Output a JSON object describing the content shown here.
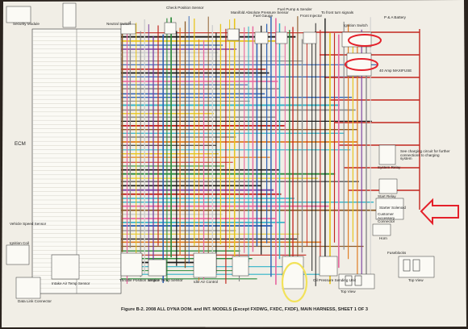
{
  "title": "",
  "caption": "Figure B-2. 2008 ALL DYNA DOM. and INT. MODELS (Except FXDWG, FXDC, FXDF), MAIN HARNESS, SHEET 1 OF 3",
  "labels": {
    "ecm": "ECM",
    "security_module": "Security Module",
    "neutral_switch": "Neutral Switch",
    "ckp_sensor": "Check Position Sensor",
    "manifold_pressure": "Manifold Absolute Pressure Sensor",
    "fuel_gauge": "Fuel Gauge",
    "fuel_pump": "Fuel Pump & Sender",
    "front_injector": "Front Injector",
    "rear_injector": "To front turn signals",
    "ignition_switch": "Ignition Switch",
    "battery": "P & A Battery",
    "amp_maxifuse": "40 Amp MAXIFUSE",
    "charging_note": "See charging circuit for further connections to charging system",
    "system_relay": "System Relay",
    "start_relay": "Start Relay",
    "starter_solenoid": "Starter Solenoid",
    "customer_connector": "Customer Accessory Connector",
    "horn": "Horn",
    "vehicle_speed": "Vehicle Speed Sensor",
    "ignition_coil": "Ignition Coil",
    "data_link": "Data Link Connector",
    "intake_air_temp": "Intake Air Temp Sensor",
    "throttle_position": "Throttle Position Sensor",
    "engine_temp": "Engine Temp Sensor",
    "idle_air_control": "Idle Air Control",
    "front_o2": "Oil Pressure Sending Unit",
    "fuseblocks": "Fuseblocks",
    "top_view_1": "Top View",
    "top_view_2": "Top View"
  },
  "palette": {
    "paper": "#f1eee6",
    "red_marker": "#e4202a",
    "yellow_marker": "#f2e25a",
    "wire_colors": [
      "#1a1a1a",
      "#c2271f",
      "#e07a1f",
      "#e8c51b",
      "#2a8a3a",
      "#2f62b4",
      "#7a3fa0",
      "#8a5a2a",
      "#8b8b8b",
      "#e86aa0",
      "#2fb3c8",
      "#cfcfcf"
    ]
  }
}
